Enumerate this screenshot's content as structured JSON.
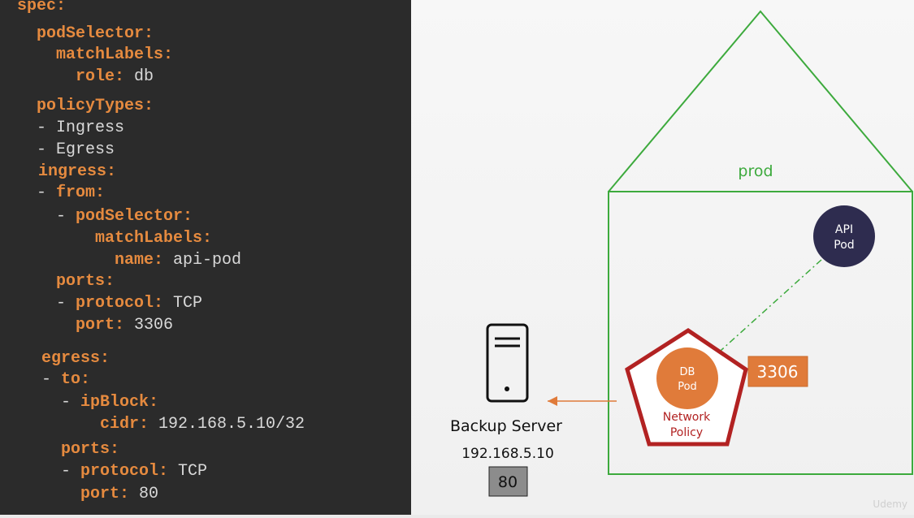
{
  "code": {
    "lines": [
      [
        {
          "t": "spec:",
          "c": "k"
        }
      ],
      [
        {
          "t": "  podSelector:",
          "c": "k"
        }
      ],
      [
        {
          "t": "    matchLabels:",
          "c": "k"
        }
      ],
      [
        {
          "t": "      role:",
          "c": "k"
        },
        {
          "t": " db",
          "c": "v"
        }
      ],
      [
        {
          "t": "  policyTypes:",
          "c": "k"
        }
      ],
      [
        {
          "t": "  - Ingress",
          "c": "v"
        }
      ],
      [
        {
          "t": "  - Egress",
          "c": "v"
        }
      ],
      [
        {
          "t": "  ingress:",
          "c": "k"
        }
      ],
      [
        {
          "t": "  - ",
          "c": "v"
        },
        {
          "t": "from:",
          "c": "k"
        }
      ],
      [
        {
          "t": "    - ",
          "c": "v"
        },
        {
          "t": "podSelector:",
          "c": "k"
        }
      ],
      [
        {
          "t": "        matchLabels:",
          "c": "k"
        }
      ],
      [
        {
          "t": "          name:",
          "c": "k"
        },
        {
          "t": " api-pod",
          "c": "v"
        }
      ],
      [
        {
          "t": "    ports:",
          "c": "k"
        }
      ],
      [
        {
          "t": "    - ",
          "c": "v"
        },
        {
          "t": "protocol:",
          "c": "k"
        },
        {
          "t": " TCP",
          "c": "v"
        }
      ],
      [
        {
          "t": "      port:",
          "c": "k"
        },
        {
          "t": " 3306",
          "c": "v"
        }
      ],
      [
        {
          "t": "  egress:",
          "c": "k"
        }
      ],
      [
        {
          "t": "  - ",
          "c": "v"
        },
        {
          "t": "to:",
          "c": "k"
        }
      ],
      [
        {
          "t": "    - ",
          "c": "v"
        },
        {
          "t": "ipBlock:",
          "c": "k"
        }
      ],
      [
        {
          "t": "        cidr:",
          "c": "k"
        },
        {
          "t": " 192.168.5.10/32",
          "c": "v"
        }
      ],
      [
        {
          "t": "    ports:",
          "c": "k"
        }
      ],
      [
        {
          "t": "    - ",
          "c": "v"
        },
        {
          "t": "protocol:",
          "c": "k"
        },
        {
          "t": " TCP",
          "c": "v"
        }
      ],
      [
        {
          "t": "      port:",
          "c": "k"
        },
        {
          "t": " 80",
          "c": "v"
        }
      ]
    ]
  },
  "diagram": {
    "namespace_label": "prod",
    "api_pod": {
      "line1": "API",
      "line2": "Pod"
    },
    "db_pod": {
      "line1": "DB",
      "line2": "Pod"
    },
    "policy_label": {
      "line1": "Network",
      "line2": "Policy"
    },
    "db_port": "3306",
    "backup_server": {
      "name": "Backup Server",
      "ip": "192.168.5.10",
      "port": "80"
    }
  },
  "watermark": "Udemy",
  "colors": {
    "code_bg": "#2b2b2b",
    "keyword": "#e58a3f",
    "value": "#d9d9d9",
    "namespace_green": "#3daa3d",
    "pod_orange": "#e07b3a",
    "api_pod_navy": "#2e2c4f",
    "policy_red": "#b22222",
    "port_gray": "#8c8c8c"
  }
}
